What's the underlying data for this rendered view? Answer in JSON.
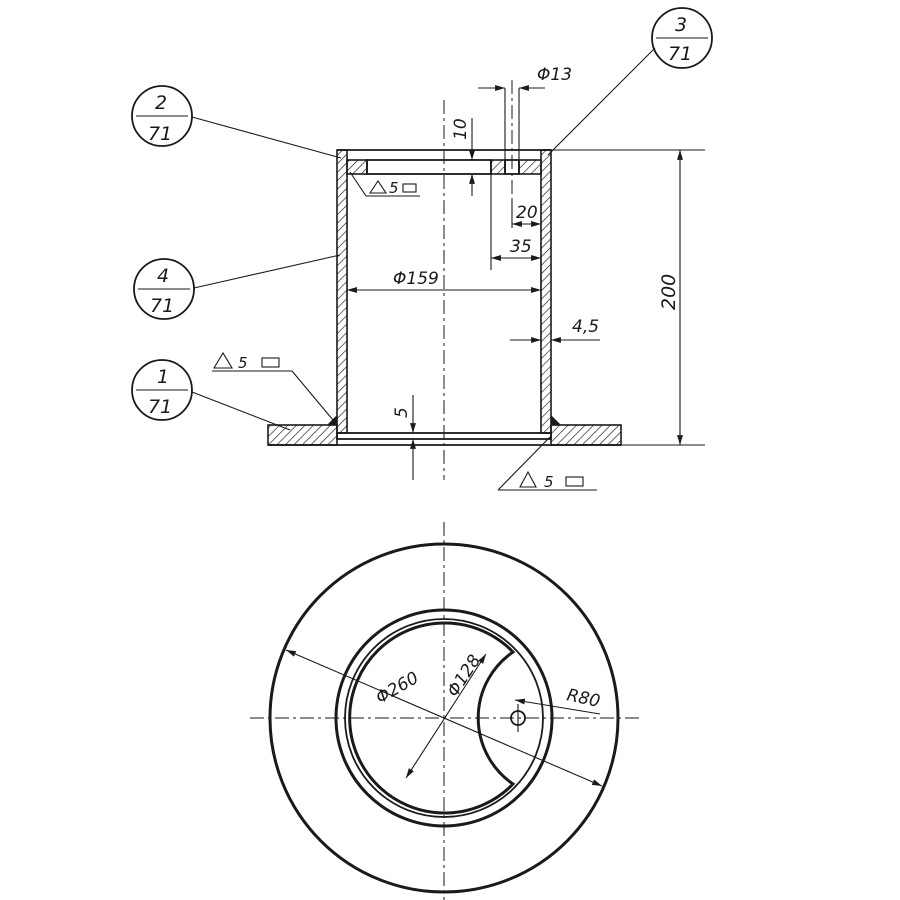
{
  "callouts": {
    "part_2": {
      "num": "2",
      "den": "71"
    },
    "part_3": {
      "num": "3",
      "den": "71"
    },
    "part_4": {
      "num": "4",
      "den": "71"
    },
    "part_1": {
      "num": "1",
      "den": "71"
    }
  },
  "dimensions": {
    "hole_dia": "Φ13",
    "plate_thickness": "10",
    "inner_dia": "Φ159",
    "height": "200",
    "wall": "4,5",
    "hole_offset_1": "20",
    "hole_offset_2": "35",
    "bottom_gap": "5",
    "flange_dia": "Φ260",
    "cutout_dia": "Φ128",
    "cutout_radius": "R80"
  },
  "welds": {
    "top": "5",
    "left_flange": "5",
    "right_flange": "5"
  }
}
